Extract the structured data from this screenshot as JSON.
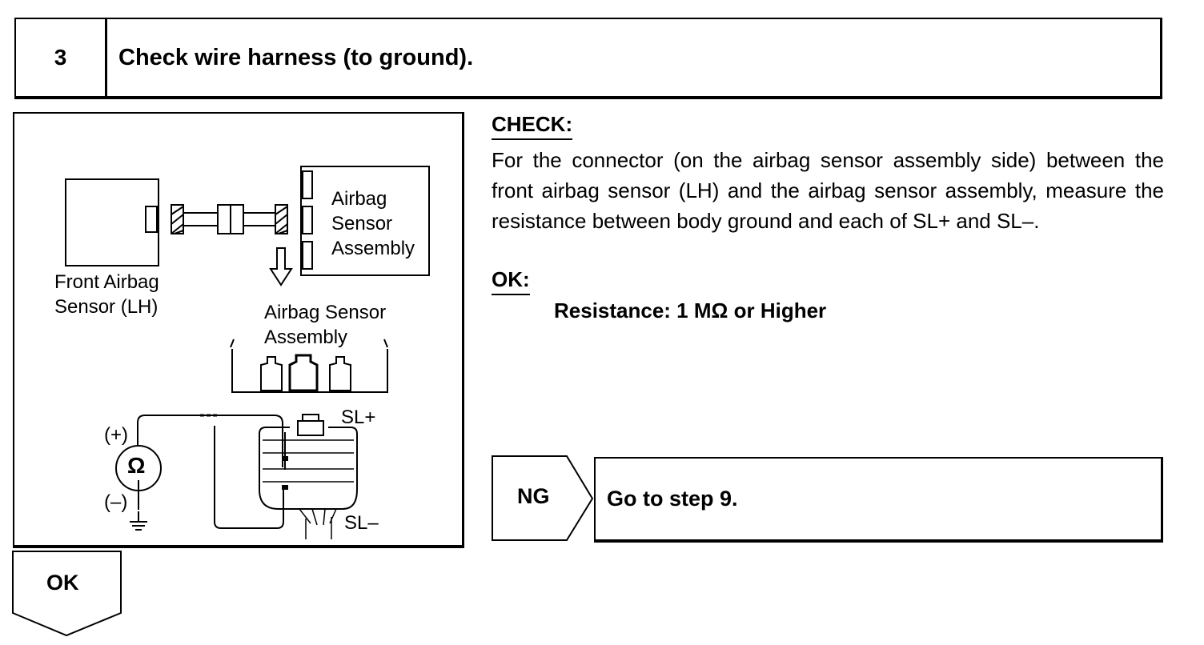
{
  "step": {
    "number": "3",
    "title": "Check wire harness (to ground)."
  },
  "diagram": {
    "front_sensor_label_line1": "Front Airbag",
    "front_sensor_label_line2": "Sensor (LH)",
    "assembly_label_line1": "Airbag",
    "assembly_label_line2": "Sensor",
    "assembly_label_line3": "Assembly",
    "connector_label_line1": "Airbag Sensor",
    "connector_label_line2": "Assembly",
    "terminal_plus": "SL+",
    "terminal_minus": "SL–",
    "probe_plus": "(+)",
    "probe_minus": "(–)",
    "meter_symbol": "Ω"
  },
  "check": {
    "heading": "CHECK:",
    "text": "For the connector (on the airbag sensor assembly side) between the front airbag sensor (LH) and the airbag sensor assembly, measure the resistance between body ground and each of SL+ and SL–."
  },
  "ok_section": {
    "heading": "OK:",
    "spec": "Resistance: 1 MΩ or Higher"
  },
  "ng": {
    "label": "NG",
    "result": "Go to step 9."
  },
  "ok_result": {
    "label": "OK"
  }
}
